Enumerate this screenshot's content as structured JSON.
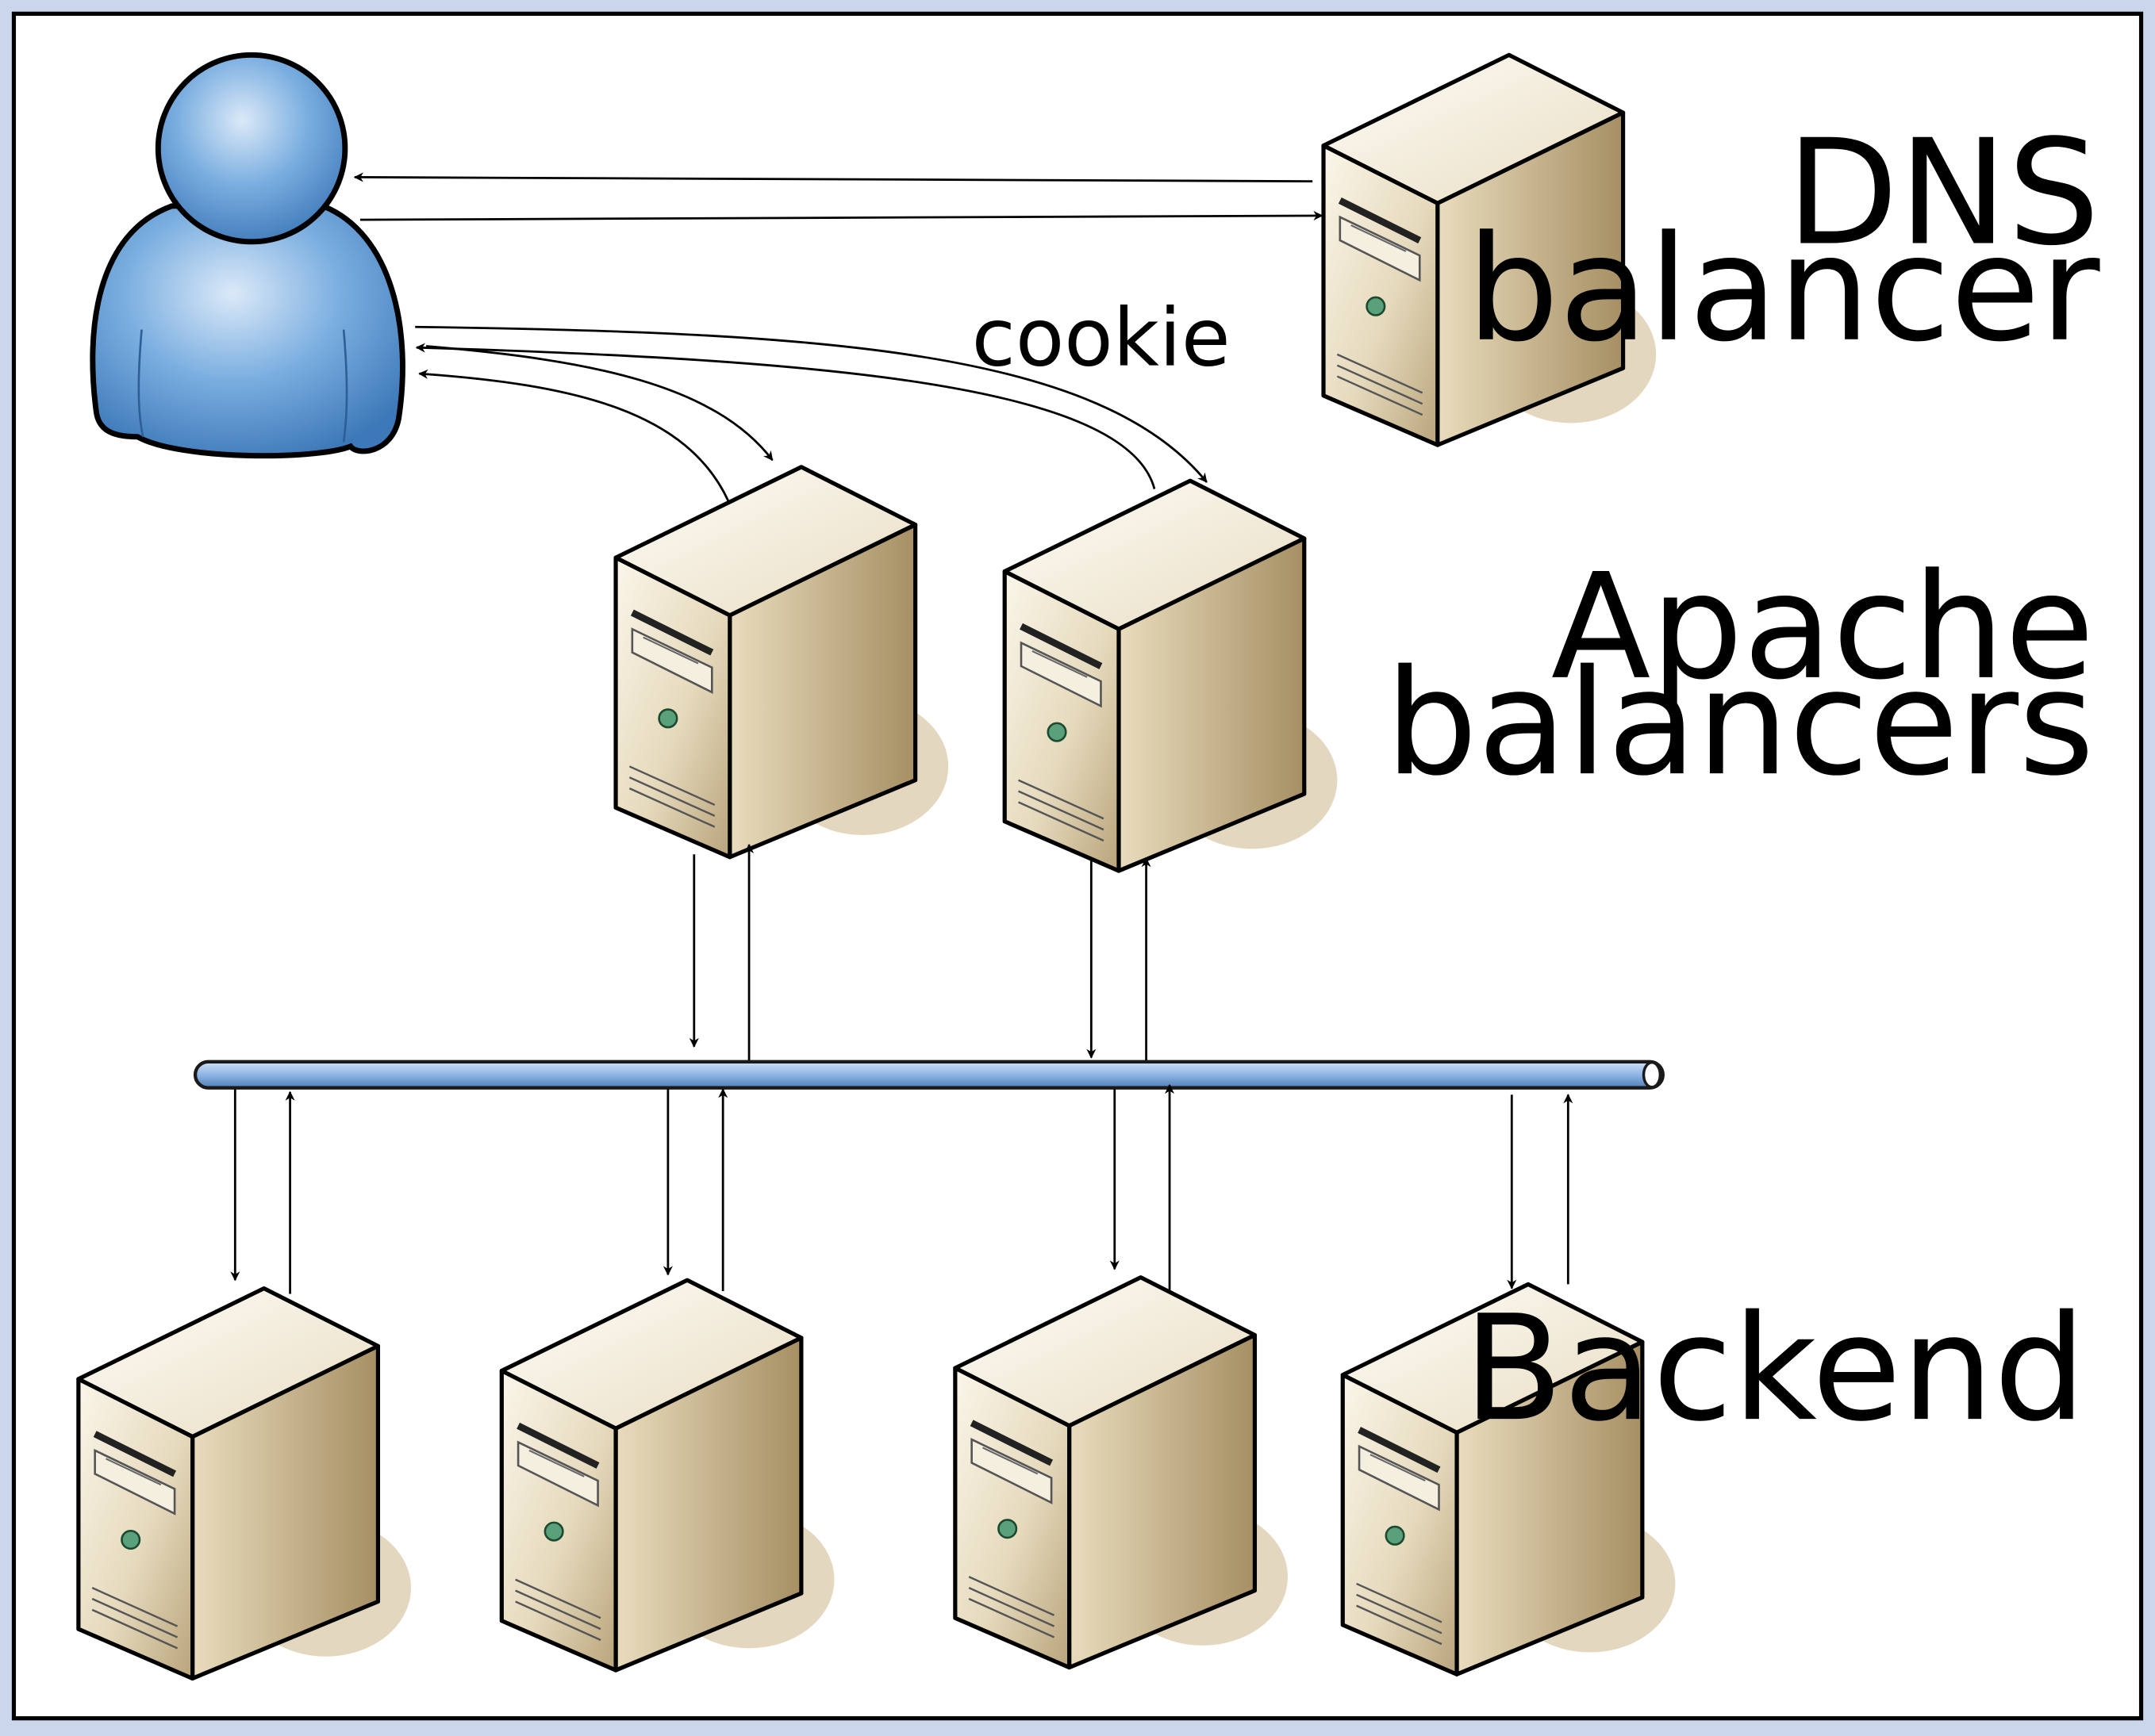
{
  "labels": {
    "dns": [
      "DNS",
      "balancer"
    ],
    "apache": [
      "Apache",
      "balancers"
    ],
    "backend": [
      "Backend"
    ],
    "cookie": "cookie"
  },
  "colors": {
    "frame_bg": "#c9d6ec",
    "canvas_bg": "#ffffff",
    "user_blue": "#6b9fd6",
    "server_beige": "#e3d5b4",
    "bus_blue": "#8fb4e3"
  },
  "icons": {
    "user": "user-icon",
    "server": "server-icon",
    "bus": "network-bus"
  }
}
